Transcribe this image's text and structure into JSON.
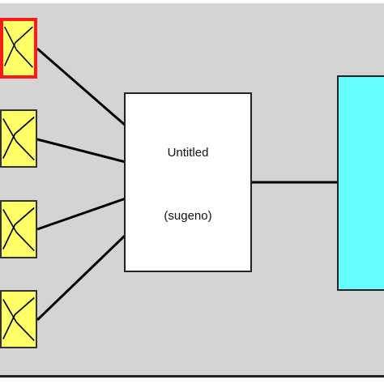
{
  "system": {
    "name": "Untitled",
    "type": "(sugeno)"
  },
  "inputs": [
    {
      "icon": "membership-function-icon",
      "selected": true
    },
    {
      "icon": "membership-function-icon",
      "selected": false
    },
    {
      "icon": "membership-function-icon",
      "selected": false
    },
    {
      "icon": "membership-function-icon",
      "selected": false
    }
  ],
  "output": {
    "icon": "output-block"
  },
  "colors": {
    "panel": "#d4d4d4",
    "input_fill": "#ffff66",
    "selected_border": "#ff1a1a",
    "output_fill": "#66ffff",
    "system_fill": "#ffffff"
  }
}
